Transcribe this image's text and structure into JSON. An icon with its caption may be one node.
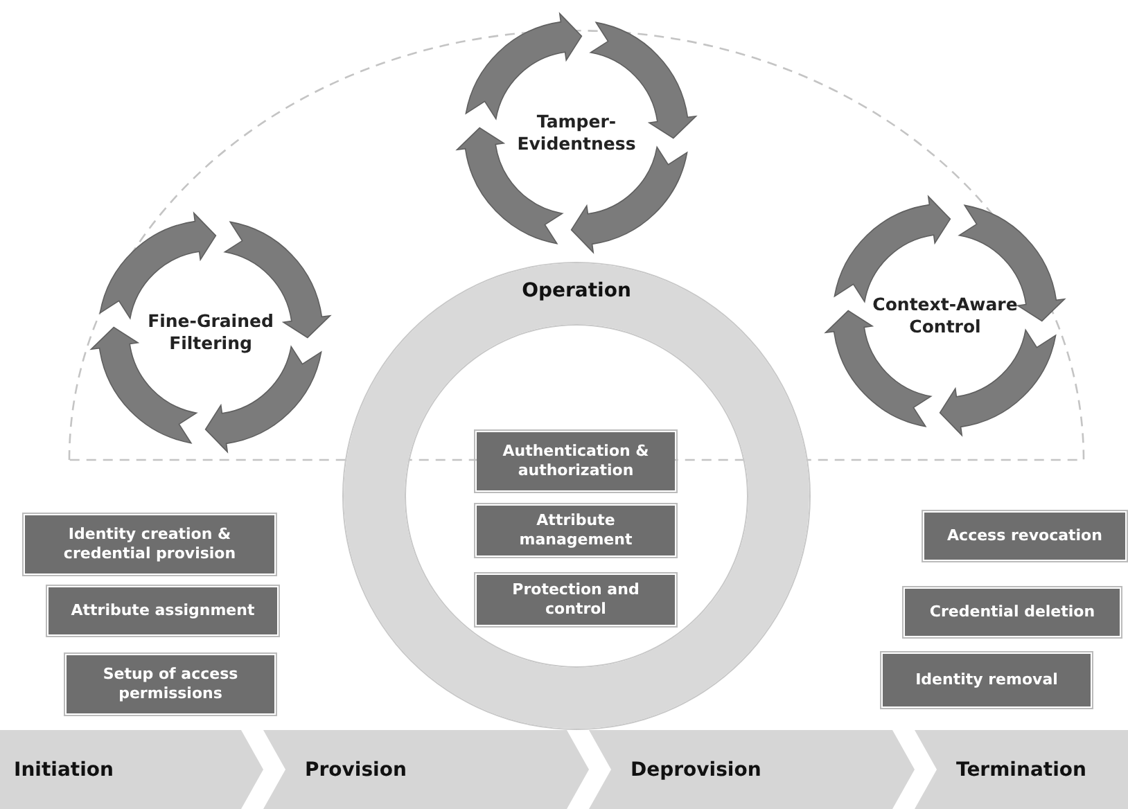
{
  "diagram": {
    "nodes": [
      {
        "text": [
          "Tamper-Evidentness"
        ]
      },
      {
        "text": [
          "Fine-Grained Filtering"
        ]
      },
      {
        "text": [
          "Context-Aware Control"
        ]
      },
      {
        "text": [
          "Operation"
        ]
      },
      {
        "text": [
          "Authentication & authorization"
        ],
        "in": 3
      },
      {
        "text": [
          "Attribute management"
        ],
        "in": 3
      },
      {
        "text": [
          "Protection and control"
        ],
        "in": 3
      },
      {
        "text": [
          "Identity creation & credential provision"
        ]
      },
      {
        "text": [
          "Attribute assignment"
        ]
      },
      {
        "text": [
          "Setup of access permissions"
        ]
      },
      {
        "text": [
          "Access revocation"
        ]
      },
      {
        "text": [
          "Credential deletion"
        ]
      },
      {
        "text": [
          "Identity removal"
        ]
      },
      {
        "text": [
          "Initiation"
        ]
      },
      {
        "text": [
          "Provision"
        ]
      },
      {
        "text": [
          "Deprovision"
        ]
      },
      {
        "text": [
          "Termination"
        ]
      }
    ]
  }
}
